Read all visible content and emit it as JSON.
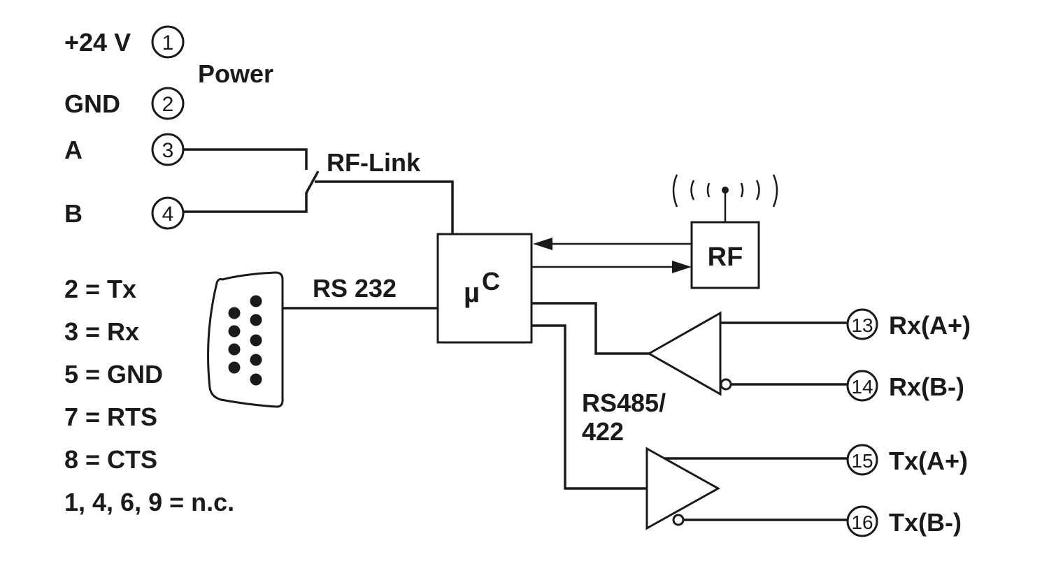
{
  "power": {
    "label": "Power",
    "pins": [
      {
        "name": "+24 V",
        "num": "1"
      },
      {
        "name": "GND",
        "num": "2"
      }
    ]
  },
  "rf_link": {
    "label": "RF-Link",
    "pins": [
      {
        "name": "A",
        "num": "3"
      },
      {
        "name": "B",
        "num": "4"
      }
    ]
  },
  "rs232": {
    "label": "RS 232",
    "pinout": [
      "2 = Tx",
      "3 = Rx",
      "5 = GND",
      "7 = RTS",
      "8 = CTS",
      "1, 4, 6, 9 = n.c."
    ]
  },
  "mcu": {
    "mu": "µ",
    "c": "C"
  },
  "rf": {
    "label": "RF"
  },
  "rs485": {
    "line1": "RS485/",
    "line2": "422"
  },
  "outputs": [
    {
      "num": "13",
      "label": "Rx(A+)"
    },
    {
      "num": "14",
      "label": "Rx(B-)"
    },
    {
      "num": "15",
      "label": "Tx(A+)"
    },
    {
      "num": "16",
      "label": "Tx(B-)"
    }
  ]
}
